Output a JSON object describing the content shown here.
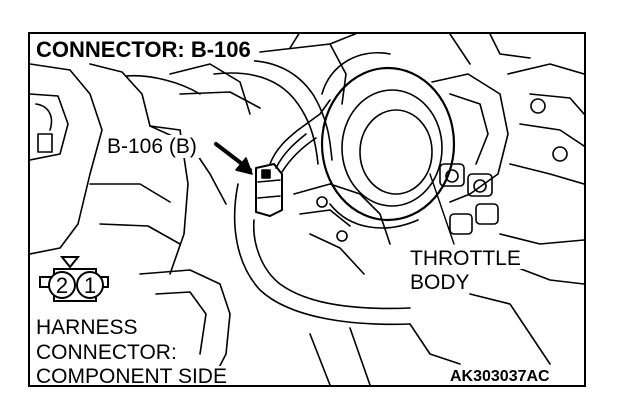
{
  "figure": {
    "title": "CONNECTOR: B-106",
    "callout": "B-106 (B)",
    "throttle_line1": "THROTTLE",
    "throttle_line2": "BODY",
    "harness_line1": "HARNESS",
    "harness_line2": "CONNECTOR:",
    "harness_line3": "COMPONENT SIDE",
    "ref_code": "AK303037AC",
    "pins": [
      "2",
      "1"
    ]
  }
}
